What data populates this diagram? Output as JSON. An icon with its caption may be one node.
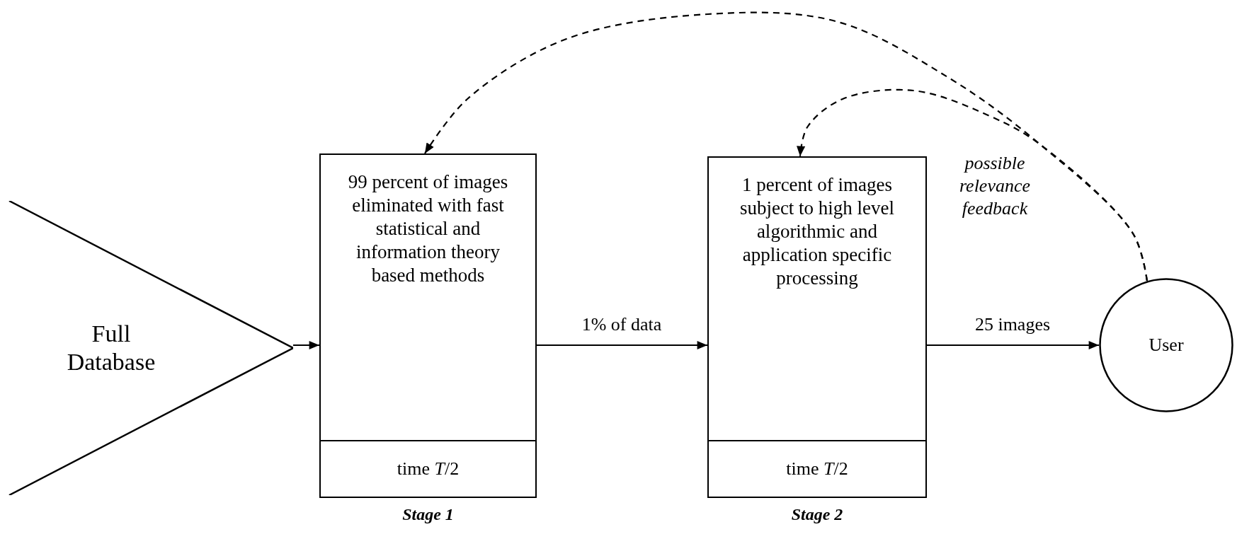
{
  "diagram": {
    "nodes": [
      {
        "text": [
          "Full Database"
        ]
      },
      {
        "text": [
          "99 percent of images eliminated with fast statistical and information theory based methods",
          "time *T*/2"
        ],
        "beside": [
          "Stage 1"
        ]
      },
      {
        "text": [
          "1 percent of images subject to high level algorithmic and application specific processing",
          "time *T*/2"
        ],
        "beside": [
          "Stage 2"
        ]
      },
      {
        "text": [
          "User"
        ]
      }
    ],
    "edges": [
      {
        "from": 0,
        "to": 1,
        "arrow": "to"
      },
      {
        "from": 1,
        "to": 2,
        "arrow": "to",
        "label": "1% of data"
      },
      {
        "from": 2,
        "to": 3,
        "arrow": "to",
        "label": "25 images"
      },
      {
        "from": 3,
        "to": 1,
        "arrow": "to",
        "style": "dashed",
        "label": "possible relevance feedback"
      },
      {
        "from": 3,
        "to": 2,
        "arrow": "to",
        "style": "dashed"
      }
    ]
  }
}
